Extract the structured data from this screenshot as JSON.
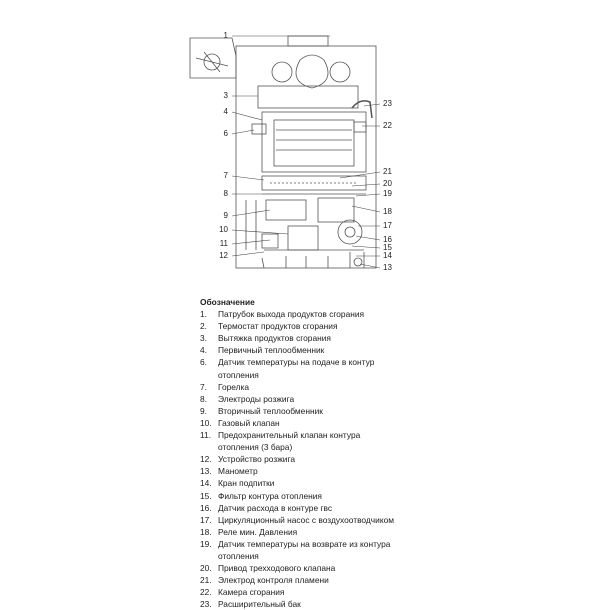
{
  "callouts_left": [
    "1",
    "3",
    "4",
    "6",
    "7",
    "8",
    "9",
    "10",
    "11",
    "12"
  ],
  "callouts_right": [
    "23",
    "22",
    "21",
    "20",
    "19",
    "18",
    "17",
    "16",
    "15",
    "14",
    "13"
  ],
  "legend": {
    "title": "Обозначение",
    "items": [
      {
        "num": "1.",
        "text": "Патрубок выхода продуктов сгорания"
      },
      {
        "num": "2.",
        "text": "Термостат продуктов сгорания"
      },
      {
        "num": "3.",
        "text": "Вытяжка продуктов сгорания"
      },
      {
        "num": "4.",
        "text": "Первичный теплообменник"
      },
      {
        "num": "6.",
        "text": "Датчик температуры на подаче в контур"
      },
      {
        "num": "",
        "text": "отопления"
      },
      {
        "num": "7.",
        "text": "Горелка"
      },
      {
        "num": "8.",
        "text": "Электроды розжига"
      },
      {
        "num": "9.",
        "text": "Вторичный теплообменник"
      },
      {
        "num": "10.",
        "text": "Газовый клапан"
      },
      {
        "num": "11.",
        "text": "Предохранительный клапан контура"
      },
      {
        "num": "",
        "text": "отопления (3 бара)"
      },
      {
        "num": "12.",
        "text": "Устройство розжига"
      },
      {
        "num": "13.",
        "text": "Манометр"
      },
      {
        "num": "14.",
        "text": "Кран подпитки"
      },
      {
        "num": "15.",
        "text": "Фильтр контура отопления"
      },
      {
        "num": "16.",
        "text": "Датчик расхода в контуре гвс"
      },
      {
        "num": "17.",
        "text": "Циркуляционный насос с воздухоотводчиком"
      },
      {
        "num": "18.",
        "text": "Реле мин. Давления"
      },
      {
        "num": "19.",
        "text": "Датчик температуры на возврате из контура"
      },
      {
        "num": "",
        "text": "отопления"
      },
      {
        "num": "20.",
        "text": "Привод трехходового клапана"
      },
      {
        "num": "21.",
        "text": "Электрод контроля пламени"
      },
      {
        "num": "22.",
        "text": "Камера сгорания"
      },
      {
        "num": "23.",
        "text": "Расширительный бак"
      }
    ]
  }
}
